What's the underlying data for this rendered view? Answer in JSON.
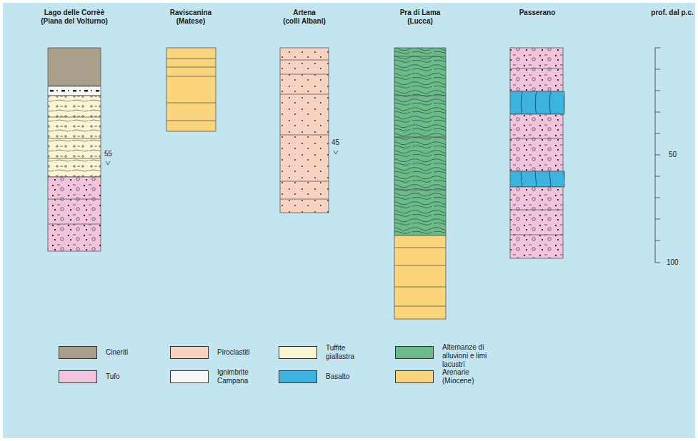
{
  "diagram": {
    "labels": [
      "Lago delle Corrèè",
      "(Piana del Volturno)",
      "Raviscanina",
      "(Matese)",
      "Artena",
      "(colli Albani)",
      "Pra di Lama",
      "(Lucca)",
      "Passerano",
      "prof. dal p.c.",
      "55",
      "45",
      "50",
      "100"
    ],
    "legend": [
      {
        "text": "Cineriti",
        "color": "#a99f8a"
      },
      {
        "text": "Piroclastiti",
        "color": "#f8d2c0"
      },
      {
        "text": "Tuffite giallastra",
        "color": "#fcf5d4"
      },
      {
        "text": "Alternanze di alluvioni e limi lacustri",
        "color": "#6cba8a"
      },
      {
        "text": "Tufo",
        "color": "#f1c4dc"
      },
      {
        "text": "Ignimbrite Campana",
        "color": "#f6f6f6"
      },
      {
        "text": "Basalto",
        "color": "#3db4df"
      },
      {
        "text": "Arenarie (Miocene)",
        "color": "#fbd57b"
      }
    ]
  }
}
